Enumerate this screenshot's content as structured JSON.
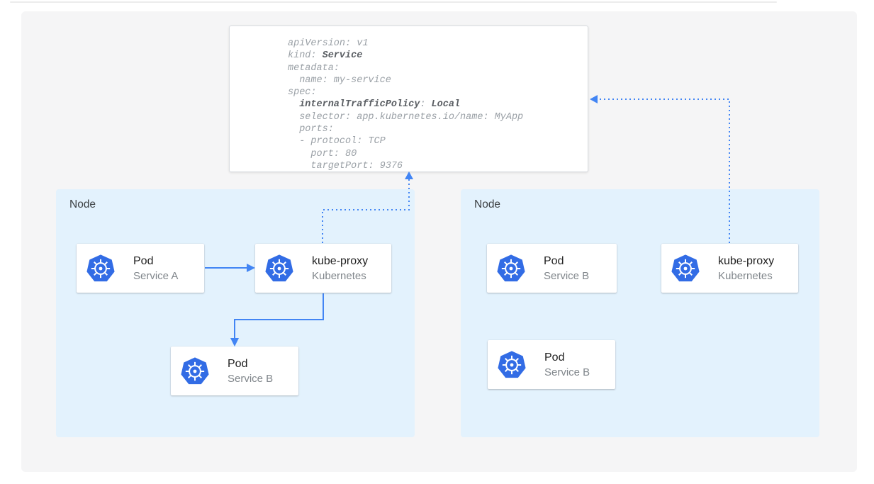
{
  "colors": {
    "accent_blue": "#4285f4",
    "kubernetes_blue": "#326ce5",
    "node_background": "#e3f2fd",
    "panel_background": "#f5f5f6"
  },
  "service_yaml": {
    "lines": [
      {
        "segments": [
          {
            "text": "apiVersion: v1",
            "bold": false
          }
        ]
      },
      {
        "segments": [
          {
            "text": "kind: ",
            "bold": false
          },
          {
            "text": "Service",
            "bold": true
          }
        ]
      },
      {
        "segments": [
          {
            "text": "metadata:",
            "bold": false
          }
        ]
      },
      {
        "segments": [
          {
            "text": "  name: my-service",
            "bold": false
          }
        ]
      },
      {
        "segments": [
          {
            "text": "spec:",
            "bold": false
          }
        ]
      },
      {
        "segments": [
          {
            "text": "  ",
            "bold": false
          },
          {
            "text": "internalTrafficPolicy",
            "bold": true
          },
          {
            "text": ": ",
            "bold": false
          },
          {
            "text": "Local",
            "bold": true
          }
        ]
      },
      {
        "segments": [
          {
            "text": "  selector: app.kubernetes.io/name: MyApp",
            "bold": false
          }
        ]
      },
      {
        "segments": [
          {
            "text": "  ports:",
            "bold": false
          }
        ]
      },
      {
        "segments": [
          {
            "text": "  - protocol: TCP",
            "bold": false
          }
        ]
      },
      {
        "segments": [
          {
            "text": "    port: 80",
            "bold": false
          }
        ]
      },
      {
        "segments": [
          {
            "text": "    targetPort: 9376",
            "bold": false
          }
        ]
      }
    ]
  },
  "nodes": [
    {
      "label": "Node",
      "cards": [
        {
          "title": "Pod",
          "subtitle": "Service A"
        },
        {
          "title": "kube-proxy",
          "subtitle": "Kubernetes"
        },
        {
          "title": "Pod",
          "subtitle": "Service B"
        }
      ]
    },
    {
      "label": "Node",
      "cards": [
        {
          "title": "Pod",
          "subtitle": "Service B"
        },
        {
          "title": "kube-proxy",
          "subtitle": "Kubernetes"
        },
        {
          "title": "Pod",
          "subtitle": "Service B"
        }
      ]
    }
  ]
}
